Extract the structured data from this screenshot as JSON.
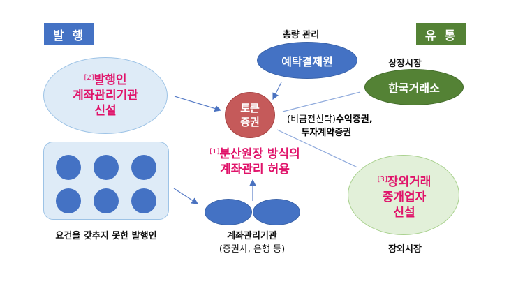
{
  "issuance_tag": "발 행",
  "distribution_tag": "유 통",
  "total_management_label": "총량 관리",
  "ksd_label": "예탁결제원",
  "listed_market_label": "상장시장",
  "krx_label": "한국거래소",
  "issuer_account_node": {
    "num": "[2]",
    "line1": "발행인",
    "line2": "계좌관리기관",
    "line3": "신설"
  },
  "token_label": {
    "line1": "토큰",
    "line2": "증권"
  },
  "securities_text": {
    "prefix": "(비금전신탁)",
    "line1": "수익증권,",
    "line2": "투자계약증권"
  },
  "distributed_ledger": {
    "num": "[1]",
    "line1": "분산원장 방식의",
    "line2": "계좌관리 허용"
  },
  "otc_node": {
    "num": "[3]",
    "line1": "장외거래",
    "line2": "중개업자",
    "line3": "신설"
  },
  "unqualified_issuers_label": "요건을 갖추지 못한 발행인",
  "account_institution_label": "계좌관리기관",
  "account_institution_sub": "(증권사, 은행 등)",
  "otc_market_label": "장외시장",
  "colors": {
    "blue": "#4472c4",
    "green": "#548235",
    "pink": "#e0136a",
    "token": "#c55a5a"
  }
}
